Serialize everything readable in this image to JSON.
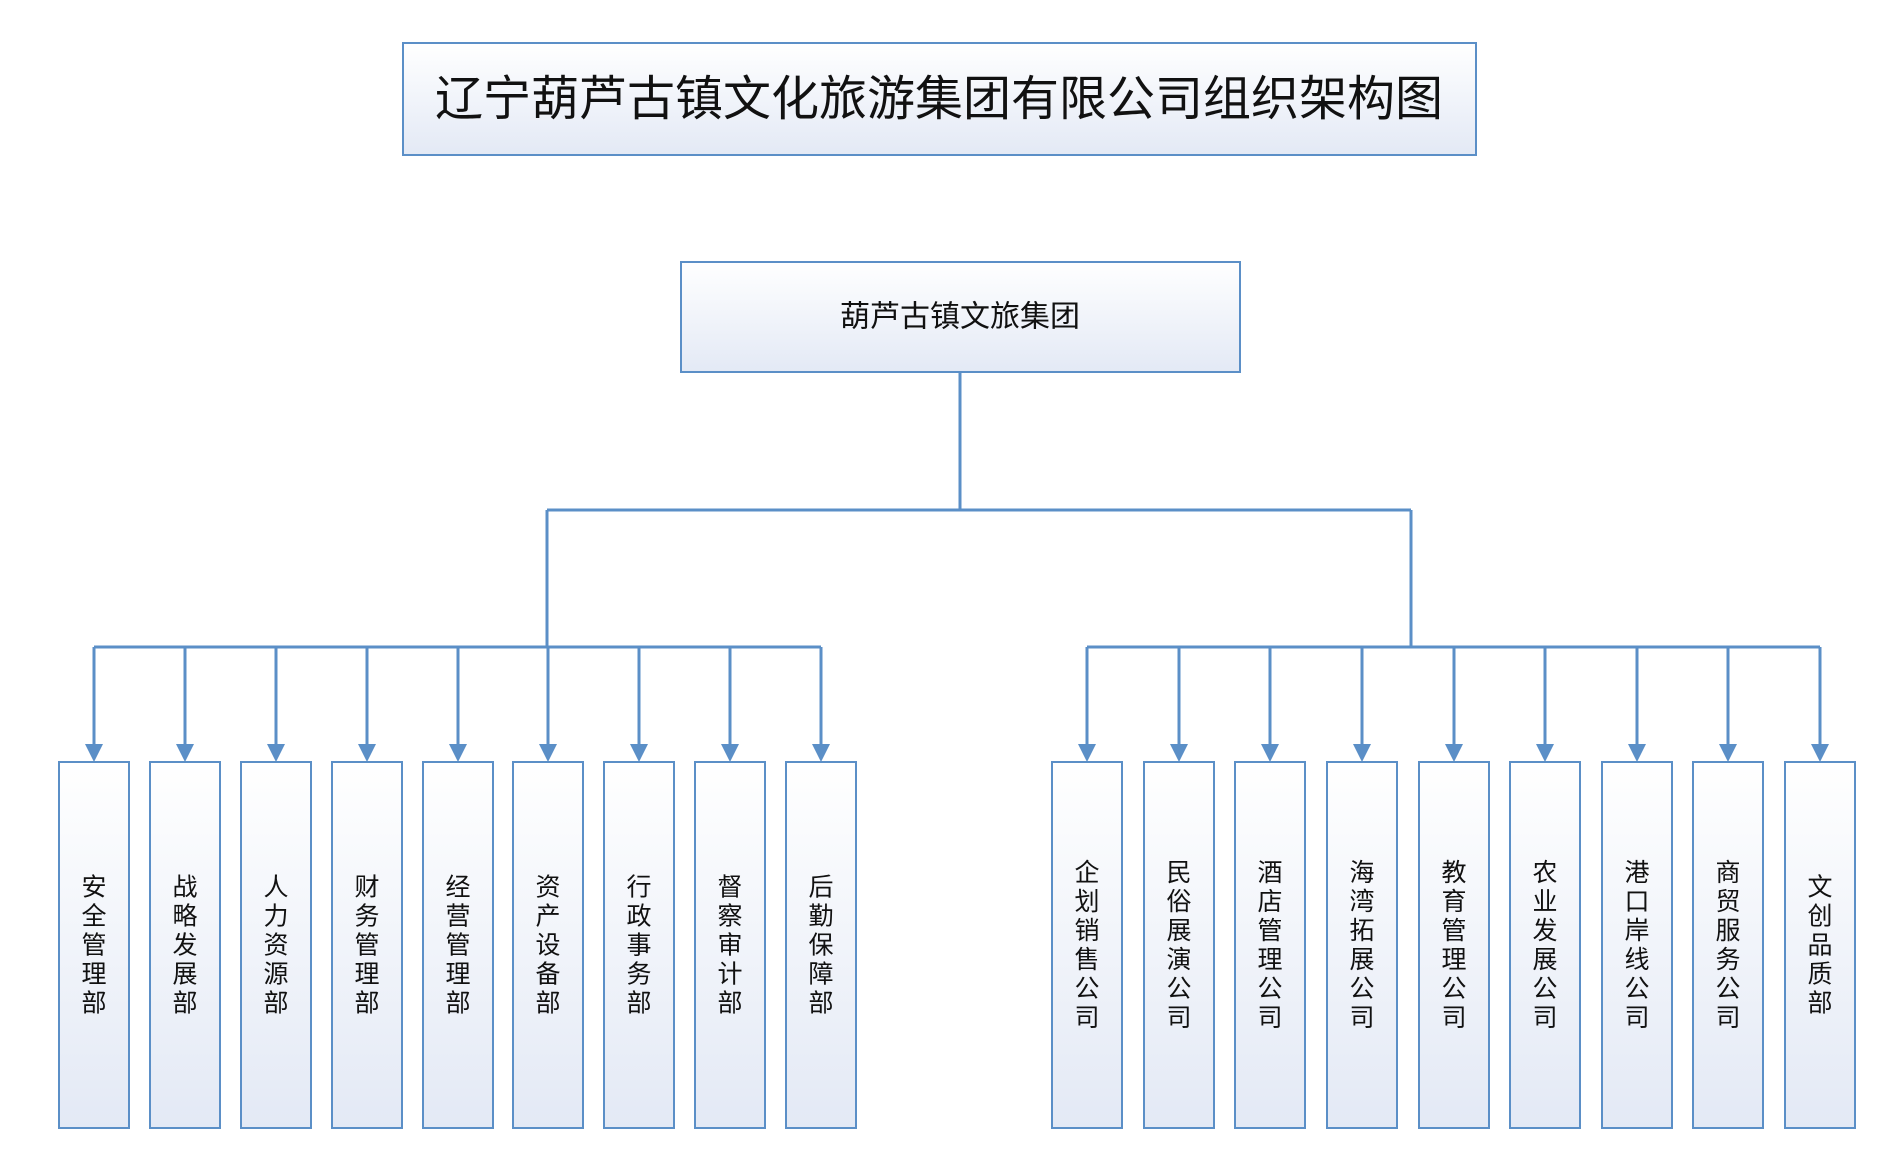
{
  "title": "辽宁葫芦古镇文化旅游集团有限公司组织架构图",
  "root": "葫芦古镇文旅集团",
  "departments": [
    "安全管理部",
    "战略发展部",
    "人力资源部",
    "财务管理部",
    "经营管理部",
    "资产设备部",
    "行政事务部",
    "督察审计部",
    "后勤保障部"
  ],
  "companies": [
    "企划销售公司",
    "民俗展演公司",
    "酒店管理公司",
    "海湾拓展公司",
    "教育管理公司",
    "农业发展公司",
    "港口岸线公司",
    "商贸服务公司",
    "文创品质部"
  ],
  "colors": {
    "line": "#5b8fc7",
    "box_border": "#5b8fc7",
    "box_fill_top": "#ffffff",
    "box_fill_bottom": "#e3e9f5",
    "text": "#111111"
  }
}
